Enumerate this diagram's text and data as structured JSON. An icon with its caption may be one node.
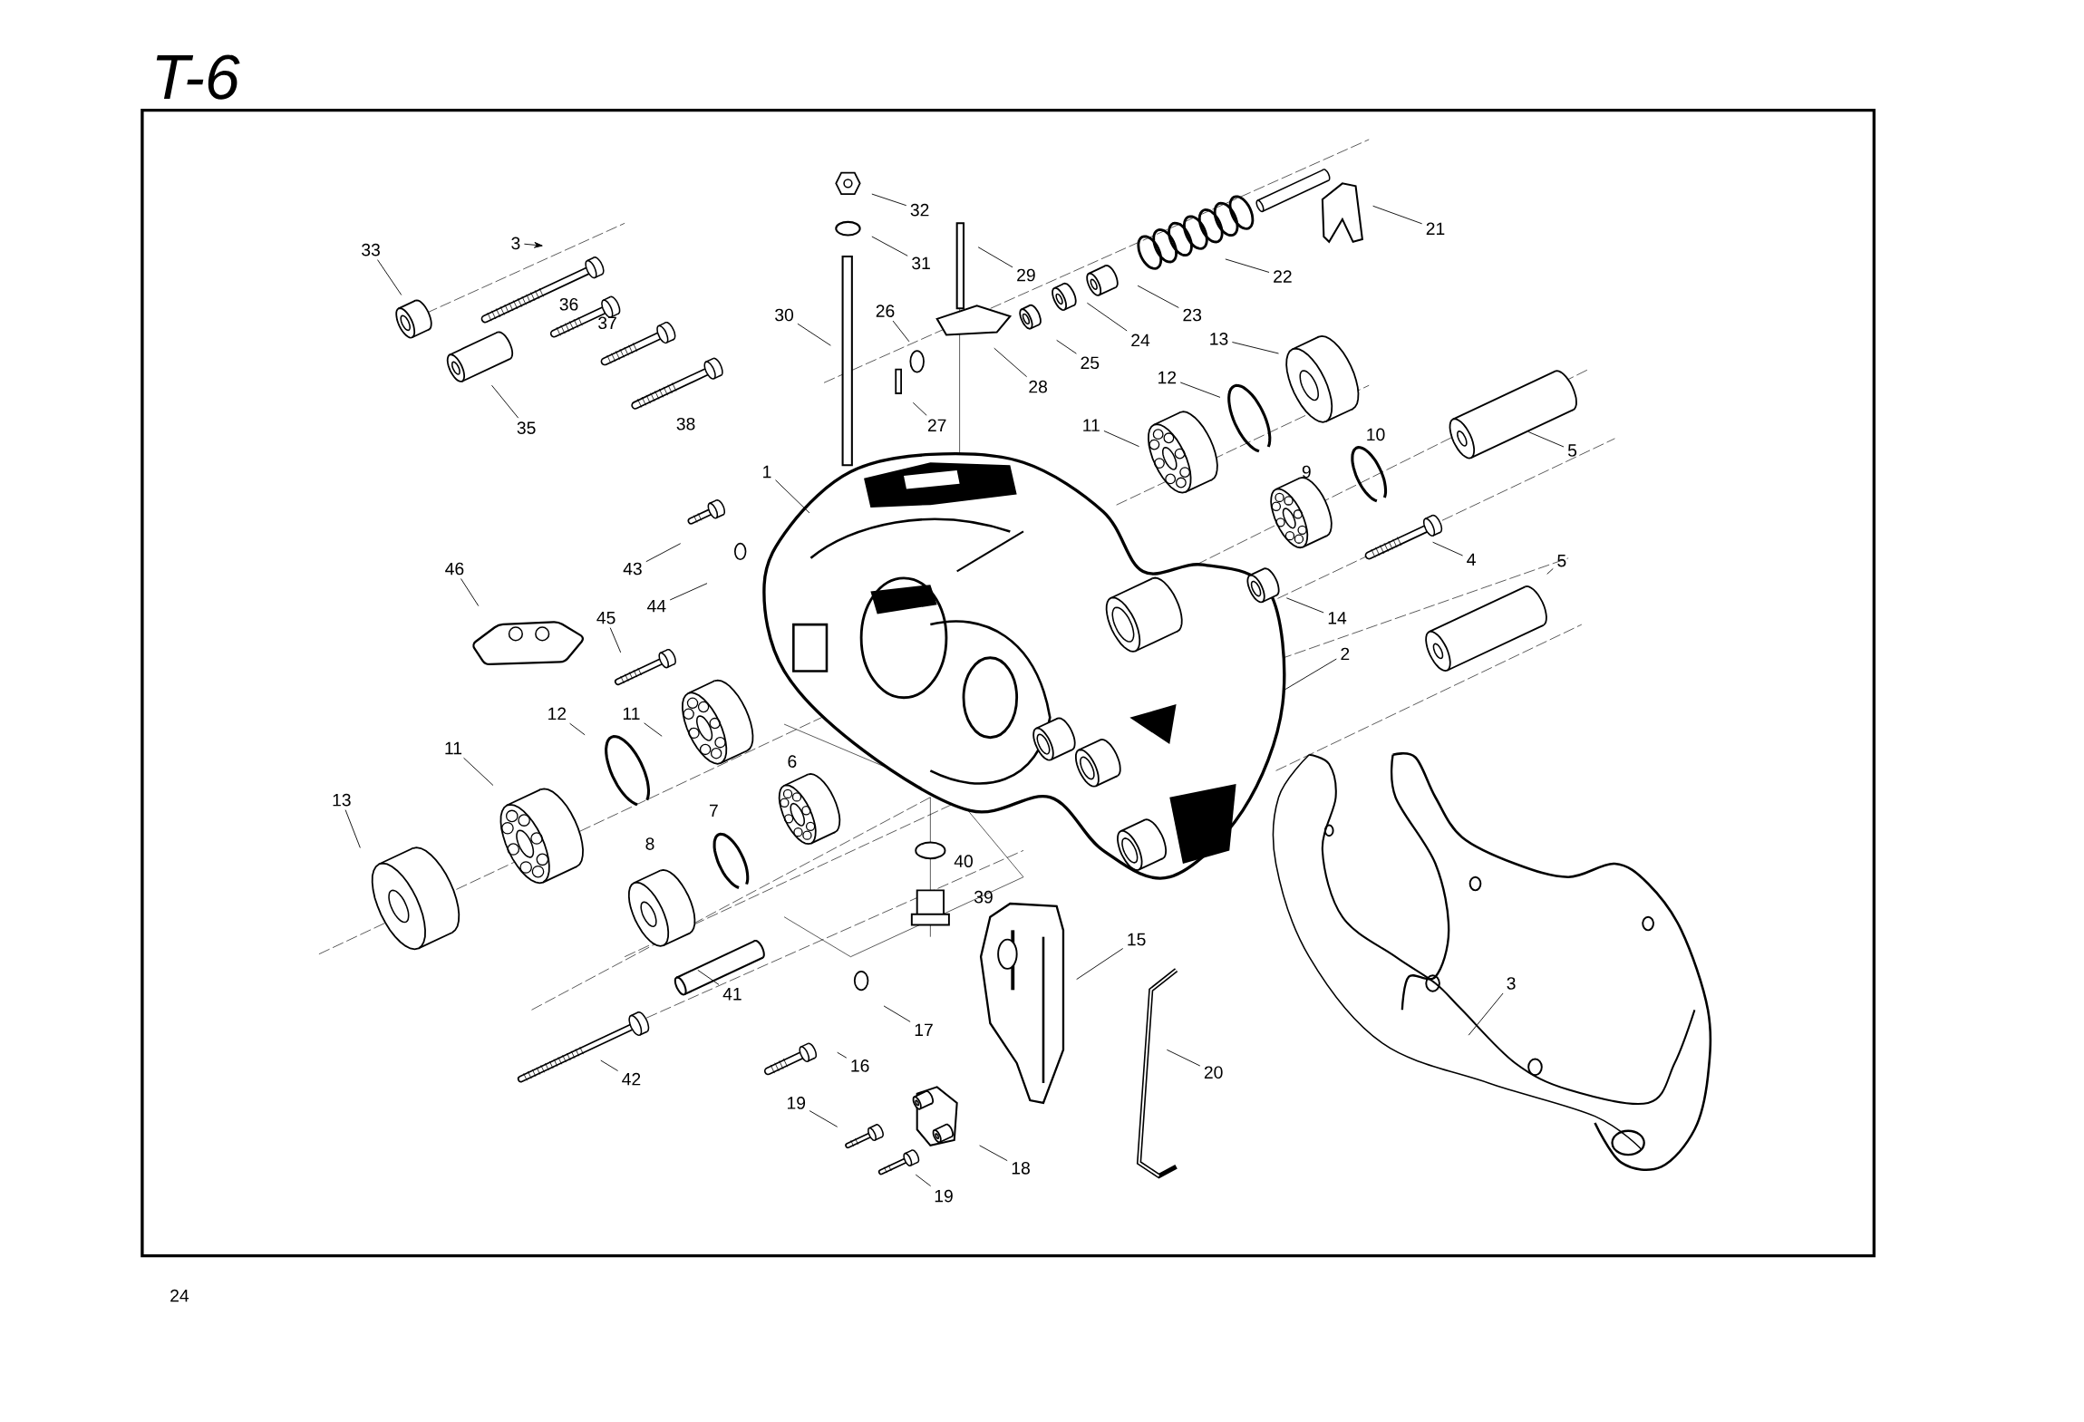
{
  "diagram": {
    "title": "T-6",
    "nodes": [
      {
        "text": [
          "3"
        ]
      },
      {
        "text": [
          "33"
        ]
      },
      {
        "text": [
          "32"
        ]
      },
      {
        "text": [
          "31"
        ]
      },
      {
        "text": [
          "29"
        ]
      },
      {
        "text": [
          "21"
        ]
      },
      {
        "text": [
          "22"
        ]
      },
      {
        "text": [
          "30"
        ]
      },
      {
        "text": [
          "26"
        ]
      },
      {
        "text": [
          "23"
        ]
      },
      {
        "text": [
          "24"
        ]
      },
      {
        "text": [
          "25"
        ]
      },
      {
        "text": [
          "13"
        ]
      },
      {
        "text": [
          "28"
        ]
      },
      {
        "text": [
          "12"
        ]
      },
      {
        "text": [
          "27"
        ]
      },
      {
        "text": [
          "35"
        ]
      },
      {
        "text": [
          "11"
        ]
      },
      {
        "text": [
          "5"
        ]
      },
      {
        "text": [
          "1"
        ]
      },
      {
        "text": [
          "43"
        ]
      },
      {
        "text": [
          "4"
        ]
      },
      {
        "text": [
          "5"
        ]
      },
      {
        "text": [
          "46"
        ]
      },
      {
        "text": [
          "44"
        ]
      },
      {
        "text": [
          "45"
        ]
      },
      {
        "text": [
          "14"
        ]
      },
      {
        "text": [
          "2"
        ]
      },
      {
        "text": [
          "12"
        ]
      },
      {
        "text": [
          "11"
        ]
      },
      {
        "text": [
          "11"
        ]
      },
      {
        "text": [
          "13"
        ]
      },
      {
        "text": [
          "15"
        ]
      },
      {
        "text": [
          "41"
        ]
      },
      {
        "text": [
          "17"
        ]
      },
      {
        "text": [
          "16"
        ]
      },
      {
        "text": [
          "42"
        ]
      },
      {
        "text": [
          "20"
        ]
      },
      {
        "text": [
          "19"
        ]
      },
      {
        "text": [
          "18"
        ]
      },
      {
        "text": [
          "19"
        ]
      },
      {
        "text": [
          "3"
        ]
      }
    ],
    "edges": [
      {
        "from": 0,
        "to": null,
        "arrow": "to"
      },
      {
        "from": 1,
        "to": null,
        "arrow": "none"
      },
      {
        "from": 2,
        "to": null,
        "arrow": "none"
      },
      {
        "from": 3,
        "to": null,
        "arrow": "none"
      },
      {
        "from": 4,
        "to": null,
        "arrow": "none"
      },
      {
        "from": 5,
        "to": null,
        "arrow": "none"
      },
      {
        "from": 6,
        "to": null,
        "arrow": "none"
      },
      {
        "from": 7,
        "to": null,
        "arrow": "none"
      },
      {
        "from": 8,
        "to": null,
        "arrow": "none"
      },
      {
        "from": 9,
        "to": null,
        "arrow": "none"
      },
      {
        "from": 10,
        "to": null,
        "arrow": "none"
      },
      {
        "from": 11,
        "to": null,
        "arrow": "none"
      },
      {
        "from": 12,
        "to": null,
        "arrow": "none"
      },
      {
        "from": 13,
        "to": null,
        "arrow": "none"
      },
      {
        "from": 14,
        "to": null,
        "arrow": "none"
      },
      {
        "from": 15,
        "to": null,
        "arrow": "none"
      },
      {
        "from": 16,
        "to": null,
        "arrow": "none"
      },
      {
        "from": 17,
        "to": null,
        "arrow": "none"
      },
      {
        "from": 18,
        "to": null,
        "arrow": "none"
      },
      {
        "from": 19,
        "to": null,
        "arrow": "none"
      },
      {
        "from": 20,
        "to": null,
        "arrow": "none"
      },
      {
        "from": 21,
        "to": null,
        "arrow": "none"
      },
      {
        "from": 22,
        "to": null,
        "arrow": "none"
      },
      {
        "from": 23,
        "to": null,
        "arrow": "none"
      },
      {
        "from": 24,
        "to": null,
        "arrow": "none"
      },
      {
        "from": 25,
        "to": null,
        "arrow": "none"
      },
      {
        "from": 26,
        "to": null,
        "arrow": "none"
      },
      {
        "from": 27,
        "to": null,
        "arrow": "none"
      },
      {
        "from": 28,
        "to": null,
        "arrow": "none"
      },
      {
        "from": 29,
        "to": null,
        "arrow": "none"
      },
      {
        "from": 30,
        "to": null,
        "arrow": "none"
      },
      {
        "from": 31,
        "to": null,
        "arrow": "none"
      },
      {
        "from": 32,
        "to": null,
        "arrow": "none"
      },
      {
        "from": 33,
        "to": null,
        "arrow": "none"
      },
      {
        "from": 34,
        "to": null,
        "arrow": "none"
      },
      {
        "from": 35,
        "to": null,
        "arrow": "none"
      },
      {
        "from": 36,
        "to": null,
        "arrow": "none"
      },
      {
        "from": 37,
        "to": null,
        "arrow": "none"
      },
      {
        "from": 38,
        "to": null,
        "arrow": "none"
      },
      {
        "from": 39,
        "to": null,
        "arrow": "none"
      },
      {
        "from": 40,
        "to": null,
        "arrow": "none"
      },
      {
        "from": 41,
        "to": null,
        "arrow": "none"
      }
    ],
    "labels": [
      "36",
      "37",
      "38",
      "10",
      "9",
      "6",
      "7",
      "8",
      "40",
      "39",
      "24"
    ]
  }
}
